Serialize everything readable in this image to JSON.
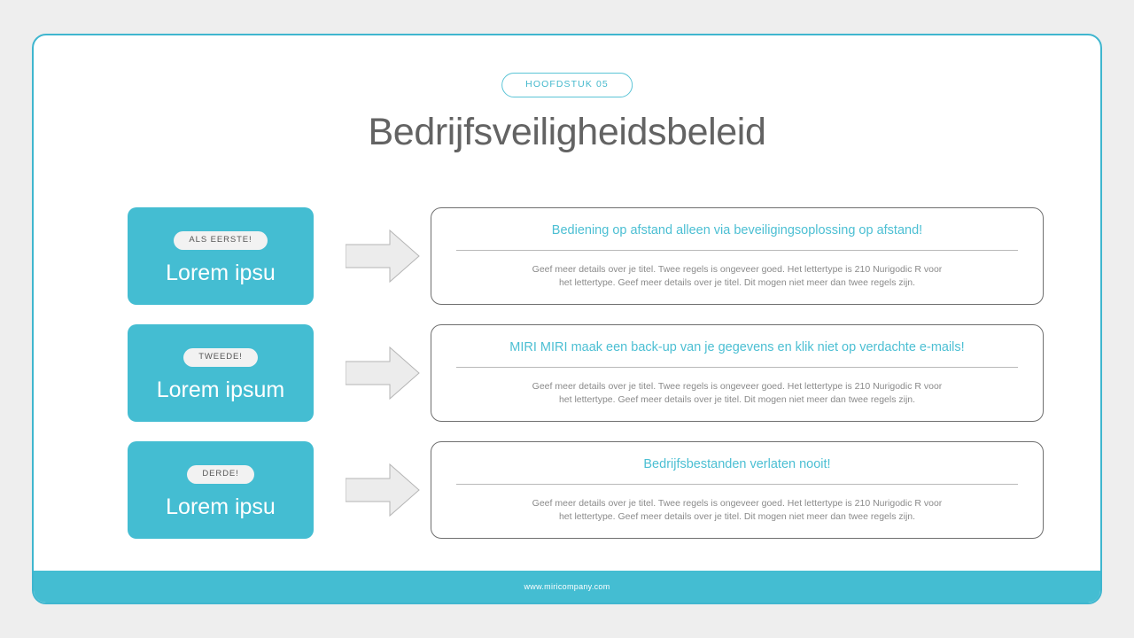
{
  "slide": {
    "chapter_label": "HOOFDSTUK 05",
    "title": "Bedrijfsveiligheidsbeleid",
    "footer_text": "www.miricompany.com",
    "colors": {
      "accent_teal": "#44bdd2",
      "border_teal": "#3fb6cf",
      "heading_teal": "#4cbfd3",
      "title_gray": "#636363",
      "body_gray": "#8a8a8a",
      "panel_border": "#6f6f6f",
      "badge_bg": "#f2f2f2",
      "arrow_fill": "#ececec",
      "page_bg": "#eeeeee"
    }
  },
  "rows": [
    {
      "badge": "ALS EERSTE!",
      "step_label": "Lorem ipsu",
      "heading": "Bediening op afstand alleen via beveiligingsoplossing op afstand!",
      "body": "Geef meer details over je titel. Twee regels is ongeveer goed. Het lettertype is 210 Nurigodic R voor het lettertype. Geef meer details over je titel. Dit mogen niet meer dan twee regels zijn."
    },
    {
      "badge": "TWEEDE!",
      "step_label": "Lorem ipsum",
      "heading": "MIRI MIRI maak een back-up van je gegevens en klik niet op verdachte e-mails!",
      "body": "Geef meer details over je titel. Twee regels is ongeveer goed. Het lettertype is 210 Nurigodic R voor het lettertype. Geef meer details over je titel. Dit mogen niet meer dan twee regels zijn."
    },
    {
      "badge": "DERDE!",
      "step_label": "Lorem ipsu",
      "heading": "Bedrijfsbestanden verlaten nooit!",
      "body": "Geef meer details over je titel. Twee regels is ongeveer goed. Het lettertype is 210 Nurigodic R voor het lettertype. Geef meer details over je titel. Dit mogen niet meer dan twee regels zijn."
    }
  ]
}
